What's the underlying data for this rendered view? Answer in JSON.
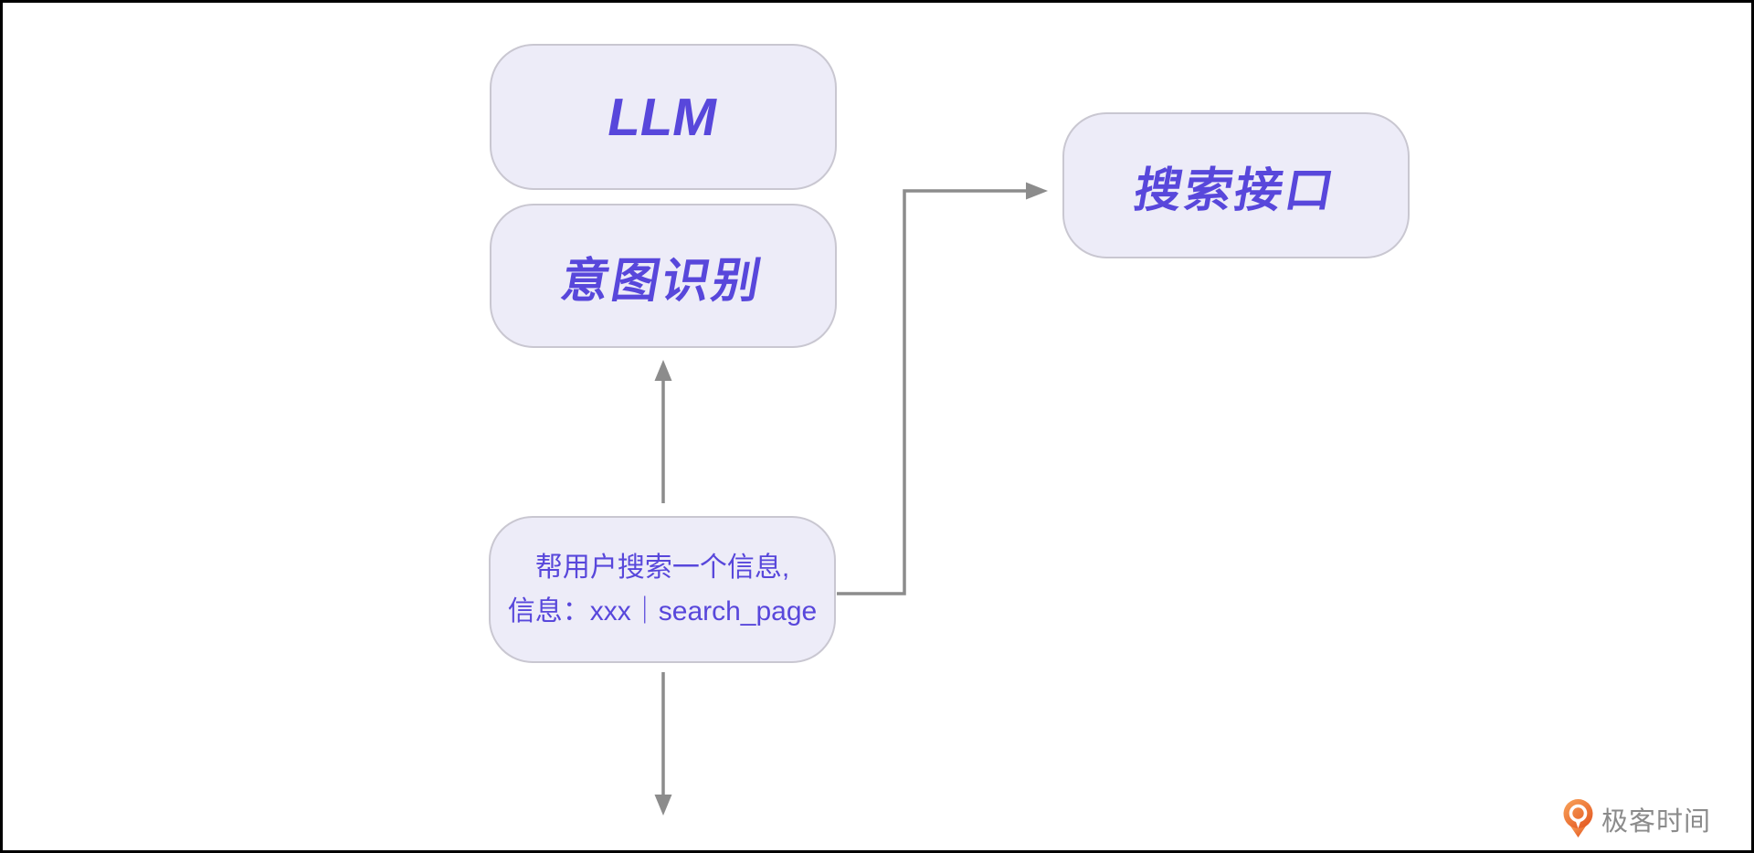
{
  "diagram": {
    "nodes": {
      "llm": {
        "label": "LLM"
      },
      "intent": {
        "label": "意图识别"
      },
      "search_api": {
        "label": "搜索接口"
      },
      "query": {
        "line1": "帮用户搜索一个信息,",
        "line2": "信息：xxx｜search_page"
      }
    },
    "edges": [
      {
        "from": "query",
        "to": "intent",
        "shape": "straight-up-arrow"
      },
      {
        "from": "query",
        "to": "search_api",
        "shape": "elbow-right-up-right-arrow"
      },
      {
        "from": "query",
        "to": "offscreen-bottom",
        "shape": "straight-down-arrow"
      }
    ]
  },
  "colors": {
    "node_fill": "#EDECF8",
    "node_border": "#C9C7D1",
    "node_text": "#5847DB",
    "arrow": "#8C8C8C",
    "frame_border": "#000000",
    "logo_orange_light": "#F9A45B",
    "logo_orange_dark": "#E45A23",
    "logo_text": "#8B8B8B"
  },
  "footer": {
    "brand": "极客时间"
  }
}
